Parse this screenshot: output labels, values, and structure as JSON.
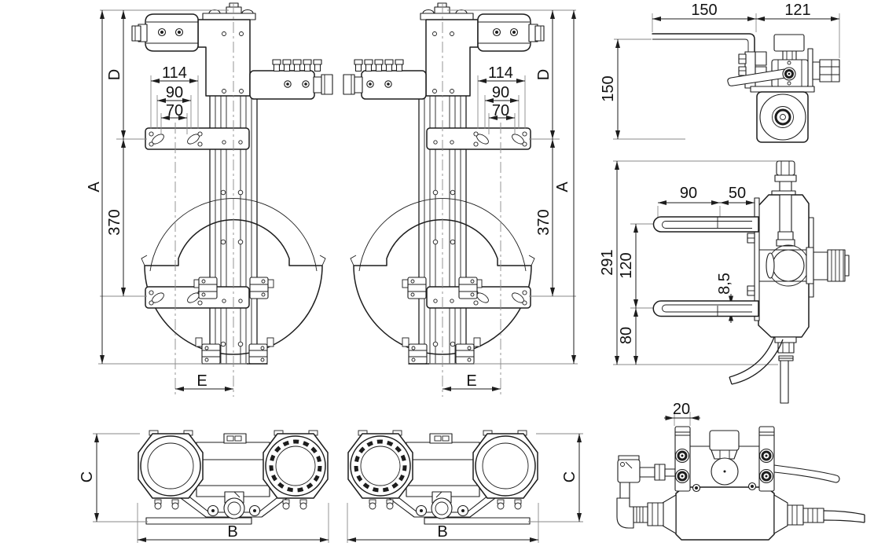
{
  "page": {
    "background": "#ffffff"
  },
  "drawing": {
    "colors": {
      "line": "#1d1d1d",
      "extension": "#8a8a8a",
      "centerline": "#8a8a8a",
      "background": "#ffffff"
    },
    "views": {
      "front_left": {
        "labels": {
          "A": "A",
          "D": "D",
          "len_370": "370",
          "len_114": "114",
          "len_90": "90",
          "len_70": "70",
          "E": "E"
        }
      },
      "front_right": {
        "labels": {
          "A": "A",
          "D": "D",
          "len_370": "370",
          "len_114": "114",
          "len_90": "90",
          "len_70": "70",
          "E": "E"
        }
      },
      "side_top": {
        "labels": {
          "len_150_h": "150",
          "len_121": "121",
          "len_150_v": "150"
        }
      },
      "side_mid": {
        "labels": {
          "len_90": "90",
          "len_50": "50",
          "len_291": "291",
          "len_120": "120",
          "len_85": "8,5",
          "len_80": "80"
        }
      },
      "bottom_left": {
        "labels": {
          "C": "C",
          "B": "B"
        }
      },
      "bottom_mid": {
        "labels": {
          "B": "B",
          "C": "C"
        }
      },
      "front_detail": {
        "labels": {
          "len_20": "20"
        }
      }
    }
  }
}
